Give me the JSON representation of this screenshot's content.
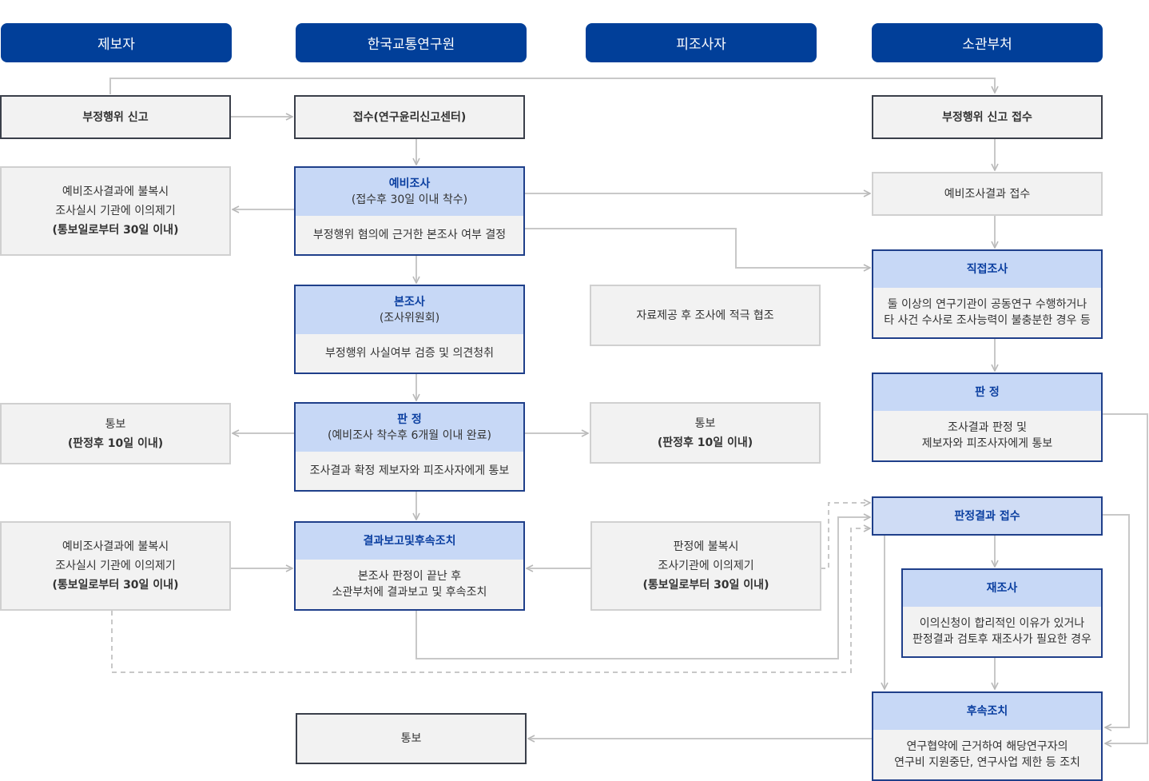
{
  "headers": {
    "reporter": "제보자",
    "institute": "한국교통연구원",
    "respondent": "피조사자",
    "ministry": "소관부처"
  },
  "col1": {
    "report": "부정행위 신고",
    "objection1": [
      "예비조사결과에 불복시",
      "조사실시 기관에 이의제기",
      "(통보일로부터 30일 이내)"
    ],
    "notice": [
      "통보",
      "(판정후 10일 이내)"
    ],
    "objection2": [
      "예비조사결과에 불복시",
      "조사실시 기관에 이의제기",
      "(통보일로부터 30일 이내)"
    ]
  },
  "col2": {
    "receipt": "접수(연구윤리신고센터)",
    "prelim": {
      "title": "예비조사",
      "sub": "(접수후 30일 이내 착수)",
      "body": [
        "부정행위 혐의에 근거한 본조사 여부 결정"
      ]
    },
    "main": {
      "title": "본조사",
      "sub": "(조사위원회)",
      "body": [
        "부정행위 사실여부 검증 및 의견청취"
      ]
    },
    "judgment": {
      "title": "판 정",
      "sub": "(예비조사 착수후 6개월 이내 완료)",
      "body": [
        "조사결과 확정 제보자와 피조사자에게 통보"
      ]
    },
    "followup": {
      "title": "결과보고및후속조치",
      "body": [
        "본조사 판정이 끝난 후",
        "소관부처에 결과보고 및 후속조치"
      ]
    },
    "notice": "통보"
  },
  "col3": {
    "cooperate": "자료제공 후 조사에 적극 협조",
    "notice": [
      "통보",
      "(판정후 10일 이내)"
    ],
    "objection": [
      "판정에 불복시",
      "조사기관에 이의제기",
      "(통보일로부터 30일 이내)"
    ]
  },
  "col4": {
    "report_receipt": "부정행위 신고 접수",
    "prelim_receipt": "예비조사결과 접수",
    "direct": {
      "title": "직접조사",
      "body": [
        "둘 이상의 연구기관이 공동연구 수행하거나",
        "타 사건 수사로 조사능력이 불충분한 경우 등"
      ]
    },
    "judgment": {
      "title": "판 정",
      "body": [
        "조사결과 판정 및",
        "제보자와 피조사자에게 통보"
      ]
    },
    "judgment_receipt": "판정결과 접수",
    "reinvestigate": {
      "title": "재조사",
      "body": [
        "이의신청이 합리적인 이유가 있거나",
        "판정결과 검토후 재조사가 필요한 경우"
      ]
    },
    "followup": {
      "title": "후속조치",
      "body": [
        "연구협약에 근거하여 해당연구자의",
        "연구비 지원중단, 연구사업 제한 등 조치"
      ]
    }
  },
  "colors": {
    "header_bg": "#013f99",
    "box_head_bg": "#c7d8f6",
    "box_title": "#0b3fa0",
    "line": "#c8c8c8"
  }
}
